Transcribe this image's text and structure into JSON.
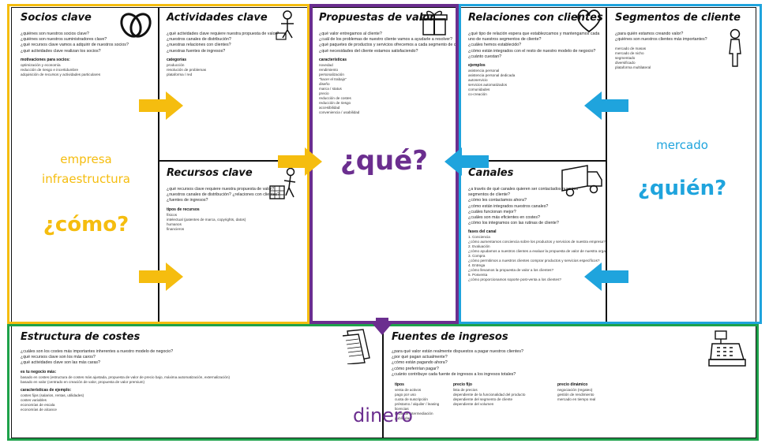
{
  "colors": {
    "company": "#f5bd0f",
    "value": "#6b2e8f",
    "market": "#1fa4dd",
    "money": "#1ea24b",
    "grid": "#111111"
  },
  "socios": {
    "title": "Socios clave",
    "questions": [
      "¿quiénes son nuestros socios clave?",
      "¿quiénes son nuestros suministradores clave?",
      "¿qué recursos clave vamos a adquirir de nuestros socios?",
      "¿qué actividades clave realizan los socios?"
    ],
    "subtitle": "motivaciones para socios:",
    "items": [
      "optimización y economía",
      "reducción de riesgo e incertidumbre",
      "adquisición de recursos y actividades particulares"
    ]
  },
  "actividades": {
    "title": "Actividades clave",
    "questions": [
      "¿qué actividades clave requiere nuestra propuesta de valor?",
      "¿nuestros canales de distribución?",
      "¿nuestras relaciones con clientes?",
      "¿nuestras fuentes de ingresos?"
    ],
    "subtitle": "categorías",
    "items": [
      "producción",
      "resolución de problemas",
      "plataforma / red"
    ]
  },
  "recursos": {
    "title": "Recursos clave",
    "questions": [
      "¿qué recursos clave requiere nuestra propuesta de valor?",
      "¿nuestros canales de distribución? ¿relaciones con clientes?",
      "¿fuentes de ingresos?"
    ],
    "subtitle": "tipos de recursos",
    "items": [
      "físicos",
      "intelectual (patentes de marca, copyrights, datos)",
      "humanos",
      "financieros"
    ]
  },
  "propuestas": {
    "title": "Propuestas de valor",
    "questions": [
      "¿qué valor entregamos al cliente?",
      "¿cuál de los problemas de nuestro cliente vamos a ayudarle a resolver?",
      "¿qué paquetes de productos y servicios ofrecemos a cada segmento de cliente?",
      "¿qué necesidades del cliente estamos satisfaciendo?"
    ],
    "subtitle": "características",
    "items": [
      "novedad",
      "rendimiento",
      "personalización",
      "\"hacer el trabajo\"",
      "diseño",
      "marca / status",
      "precio",
      "reducción de costes",
      "reducción de riesgo",
      "accesibilidad",
      "conveniencia / usabilidad"
    ]
  },
  "relaciones": {
    "title": "Relaciones con clientes",
    "questions": [
      "¿qué tipo de relación espera que establezcamos y mantengamos cada",
      "uno de nuestros segmentos de cliente?",
      "¿cuáles hemos establecido?",
      "¿cómo están integrados con el resto de nuestro modelo de negocio?",
      "¿cuánto cuestan?"
    ],
    "subtitle": "ejemplos",
    "items": [
      "asistencia personal",
      "asistencia personal dedicada",
      "autoservicio",
      "servicios automatizados",
      "comunidades",
      "co-creación"
    ]
  },
  "segmentos": {
    "title": "Segmentos de cliente",
    "questions": [
      "¿para quién estamos creando valor?",
      "¿quiénes son nuestros clientes más importantes?"
    ],
    "items": [
      "mercado de masas",
      "mercado de nicho",
      "segmentado",
      "diversificado",
      "plataforma multilateral"
    ]
  },
  "canales": {
    "title": "Canales",
    "questions": [
      "¿a través de qué canales quieren ser contactados nuestros",
      "segmentos de cliente?",
      "¿cómo les contactamos ahora?",
      "¿cómo están integrados nuestros canales?",
      "¿cuáles funcionan mejor?",
      "¿cuáles son más eficientes en costes?",
      "¿cómo los integramos con las rutinas de cliente?"
    ],
    "subtitle": "fases del canal",
    "items": [
      "1. Conciencia",
      "   ¿cómo aumentamos conciencia sobre los productos y servicios de nuestra empresa?",
      "2. Evaluación",
      "   ¿cómo ayudamos a nuestros clientes a evaluar la propuesta de valor de nuestra organización?",
      "3. Compra",
      "   ¿cómo permitimos a nuestros clientes comprar productos y servicios específicos?",
      "4. Entrega",
      "   ¿cómo llevamos la propuesta de valor a los clientes?",
      "5. Posventa",
      "   ¿cómo proporcionamos soporte post-venta a los clientes?"
    ]
  },
  "estructura": {
    "title": "Estructura de costes",
    "questions": [
      "¿cuáles son los costes más importantes inherentes a nuestro modelo de negocio?",
      "¿qué recursos clave son los más caros?",
      "¿qué actividades clave son las más caras?"
    ],
    "subtitle": "es tu negocio más:",
    "items_a": [
      "basado en costes (estructura de costes más ajustada, propuesta de valor de precio bajo, máxima automatización, externalización)",
      "basado en valor (centrado en creación de valor, propuesta de valor premium)"
    ],
    "subtitle2": "características de ejemplo:",
    "items_b": [
      "costes fijos (salarios, rentas, utilidades)",
      "costes variables",
      "economías de escala",
      "economías de alcance"
    ]
  },
  "fuentes": {
    "title": "Fuentes de ingresos",
    "questions": [
      "¿para qué valor están realmente dispuestos a pagar nuestros clientes?",
      "¿por qué pagan actualmente?",
      "¿cómo están pagando ahora?",
      "¿cómo preferirían pagar?",
      "¿cuánto contribuye cada fuente de ingresos a los ingresos totales?"
    ],
    "col1_title": "tipos",
    "col1": [
      "venta de activos",
      "pago por uso",
      "cuota de suscripción",
      "préstamo / alquiler / leasing",
      "licencias",
      "tasas de intermediación",
      "publicidad"
    ],
    "col2_title": "precio fijo",
    "col2": [
      "lista de precios",
      "dependiente de la funcionalidad del producto",
      "dependiente del segmento de cliente",
      "dependiente del volumen"
    ],
    "col3_title": "precio dinámico",
    "col3": [
      "negociación (regateo)",
      "gestión de rendimiento",
      "mercado en tiempo real"
    ]
  },
  "labels": {
    "empresa": "empresa",
    "infraestructura": "infraestructura",
    "como": "¿cómo?",
    "que": "¿qué?",
    "mercado": "mercado",
    "quien": "¿quién?",
    "dinero": "dinero"
  }
}
